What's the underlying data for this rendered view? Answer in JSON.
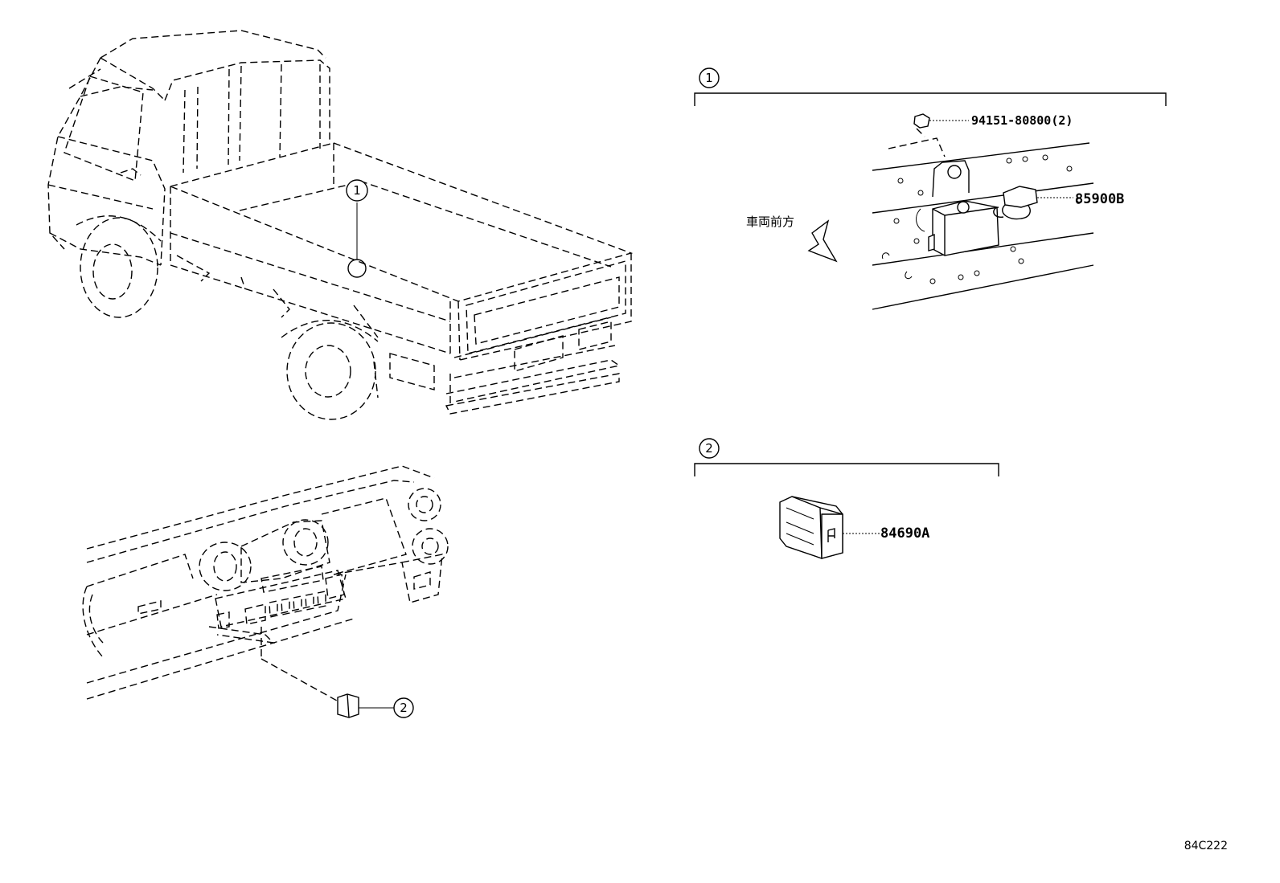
{
  "callouts": {
    "one": "1",
    "two": "2"
  },
  "section1": {
    "fastener_part": "94151-80800(2)",
    "sensor_part": "85900B",
    "direction_label": "車両前方"
  },
  "section2": {
    "switch_part": "84690A"
  },
  "diagram_code": "84C222"
}
